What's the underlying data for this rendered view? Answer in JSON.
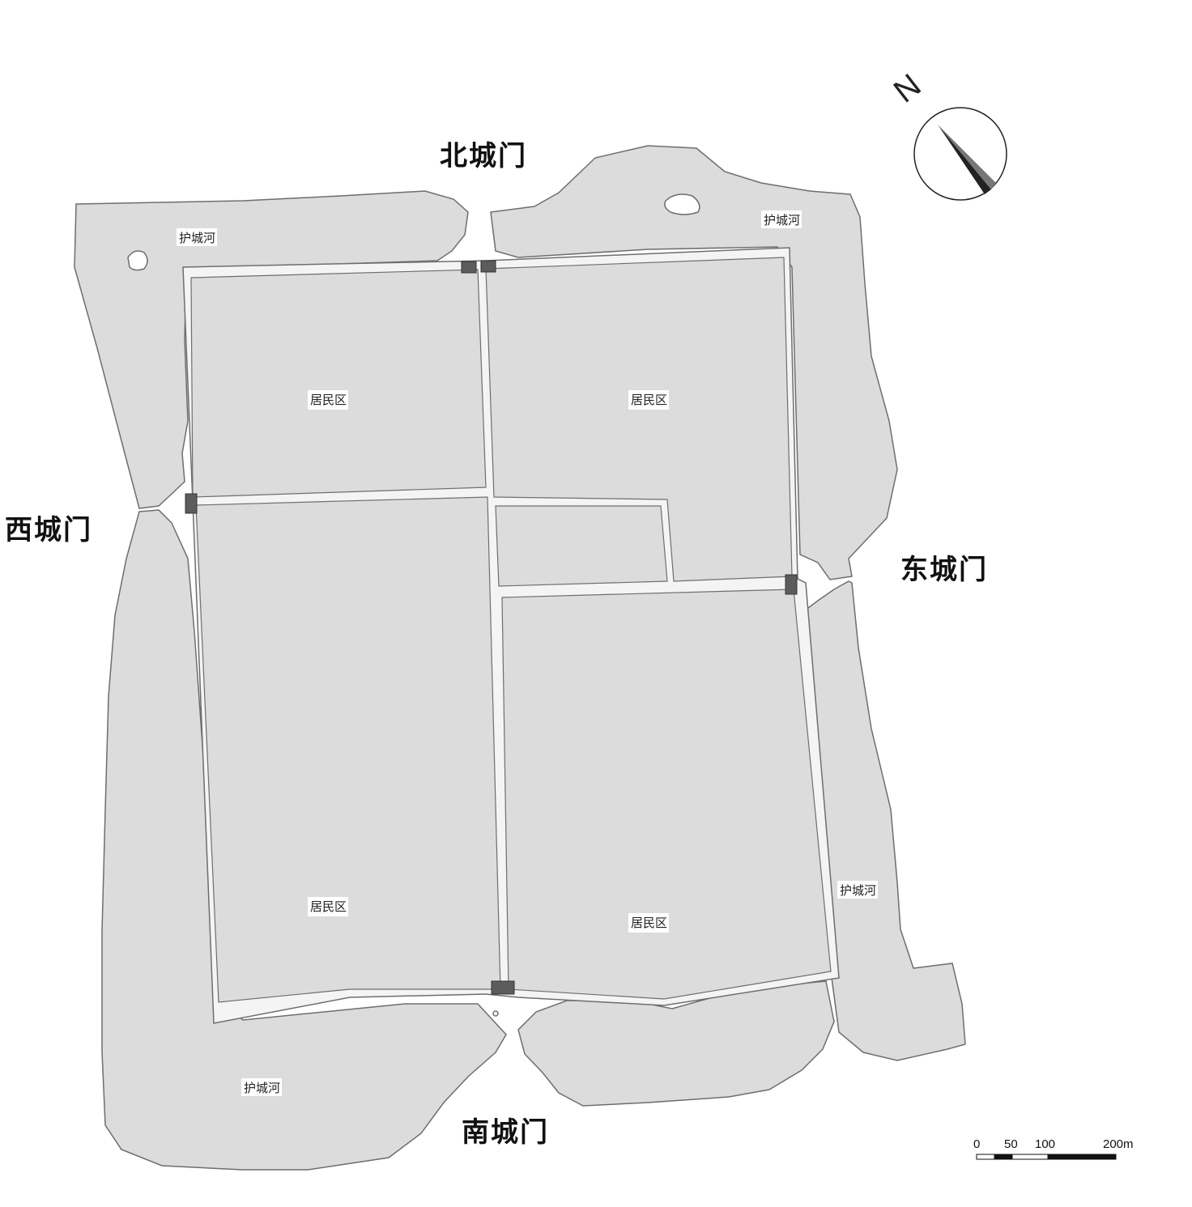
{
  "gates": {
    "north": "北城门",
    "west": "西城门",
    "east": "东城门",
    "south": "南城门"
  },
  "moat_label": "护城河",
  "residential_label": "居民区",
  "north_arrow": {
    "letter": "N",
    "icon": "north-arrow-icon"
  },
  "scale_bar": {
    "ticks": [
      "0",
      "50",
      "100",
      "200m"
    ],
    "icon": "scale-bar-icon"
  },
  "colors": {
    "land": "#dcdcdc",
    "outline": "#6e6e6e",
    "road": "#f4f4f4",
    "gate_block": "#5c5c5c",
    "background": "#ffffff"
  }
}
